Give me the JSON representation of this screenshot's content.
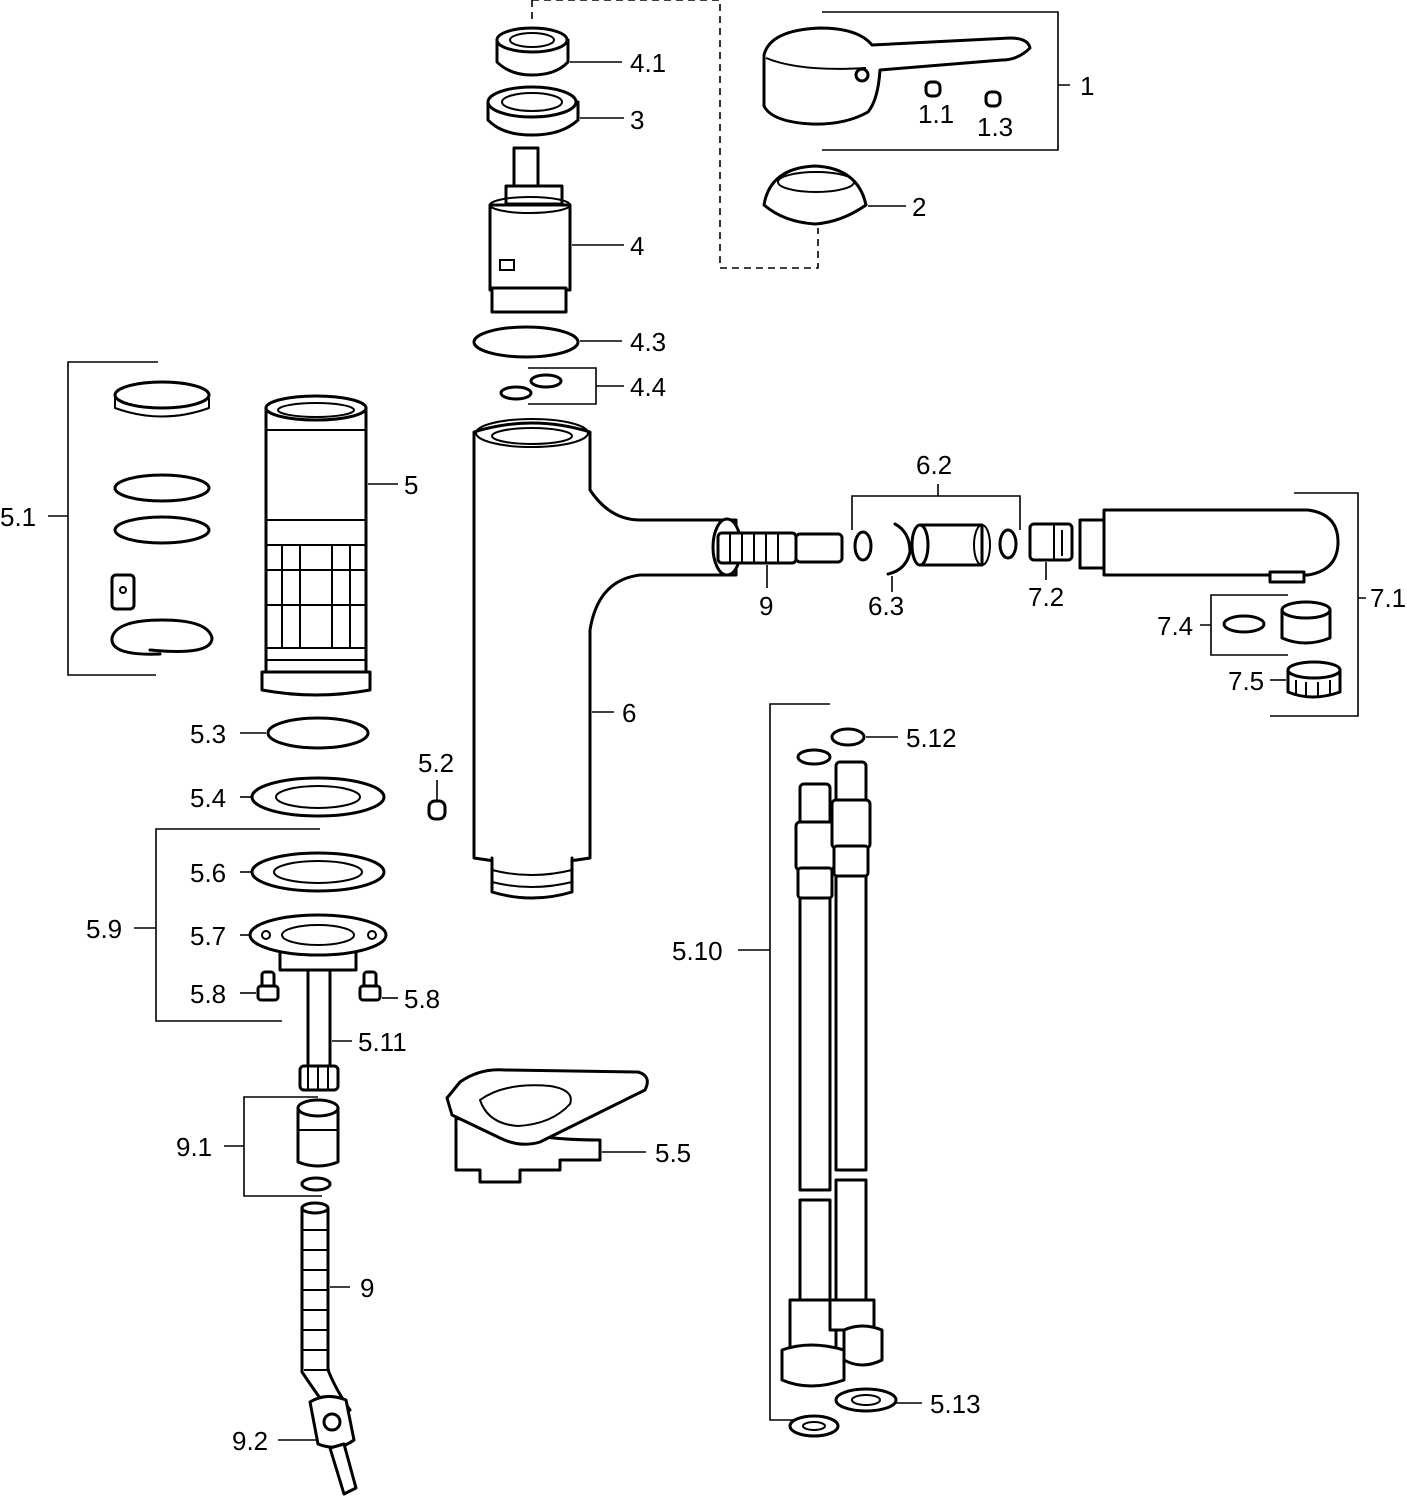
{
  "labels": {
    "l1": "1",
    "l1_1": "1.1",
    "l1_3": "1.3",
    "l2": "2",
    "l3": "3",
    "l4": "4",
    "l4_1": "4.1",
    "l4_3": "4.3",
    "l4_4": "4.4",
    "l5": "5",
    "l5_1": "5.1",
    "l5_2": "5.2",
    "l5_3": "5.3",
    "l5_4": "5.4",
    "l5_5": "5.5",
    "l5_6": "5.6",
    "l5_7": "5.7",
    "l5_8a": "5.8",
    "l5_8b": "5.8",
    "l5_9": "5.9",
    "l5_10": "5.10",
    "l5_11": "5.11",
    "l5_12": "5.12",
    "l5_13": "5.13",
    "l6": "6",
    "l6_2": "6.2",
    "l6_3": "6.3",
    "l7_1": "7.1",
    "l7_2": "7.2",
    "l7_4": "7.4",
    "l7_5": "7.5",
    "l9a": "9",
    "l9b": "9",
    "l9_1": "9.1",
    "l9_2": "9.2"
  }
}
